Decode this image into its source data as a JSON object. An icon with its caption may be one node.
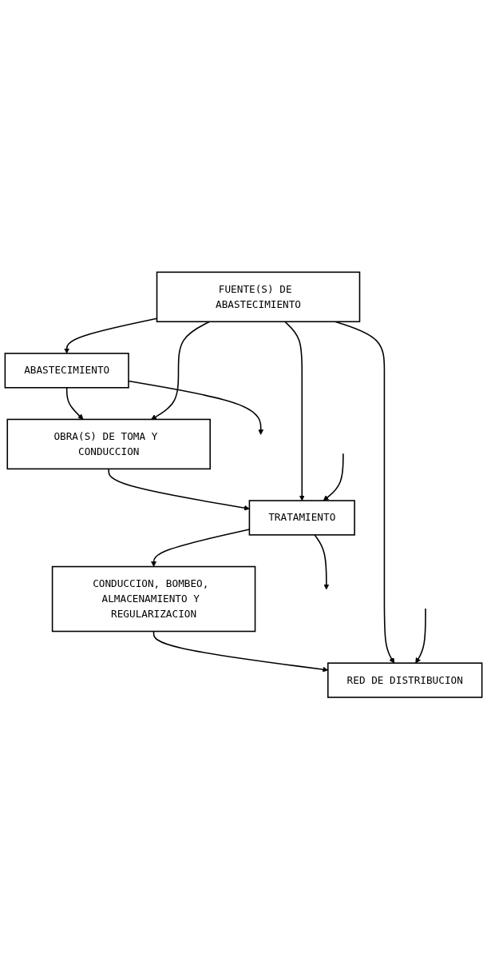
{
  "diagram": {
    "nodes": [
      {
        "text": [
          "FUENTE(S) DE ABASTECIMIENTO"
        ]
      },
      {
        "text": [
          "ABASTECIMIENTO"
        ]
      },
      {
        "text": [
          "OBRA(S) DE TOMA Y CONDUCCION"
        ]
      },
      {
        "text": [
          "TRATAMIENTO"
        ]
      },
      {
        "text": [
          "CONDUCCION, BOMBEO, ALMACENAMIENTO Y REGULARIZACION"
        ]
      },
      {
        "text": [
          "RED DE DISTRIBUCION"
        ]
      }
    ],
    "edges": [
      {
        "from": 0,
        "to": 1,
        "arrow": "to"
      },
      {
        "from": 1,
        "to": 2,
        "arrow": "to"
      },
      {
        "from": 2,
        "to": 3,
        "arrow": "to"
      },
      {
        "from": 3,
        "to": 4,
        "arrow": "to"
      },
      {
        "from": 4,
        "to": 5,
        "arrow": "to"
      },
      {
        "from": 0,
        "to": 2,
        "arrow": "to"
      },
      {
        "from": 0,
        "to": 3,
        "arrow": "to"
      },
      {
        "from": 0,
        "to": 5,
        "arrow": "to"
      },
      {
        "from": 1,
        "to": null,
        "arrow": "to"
      },
      {
        "from": null,
        "to": 3,
        "arrow": "to"
      },
      {
        "from": 3,
        "to": null,
        "arrow": "to"
      },
      {
        "from": null,
        "to": 5,
        "arrow": "to"
      }
    ]
  }
}
